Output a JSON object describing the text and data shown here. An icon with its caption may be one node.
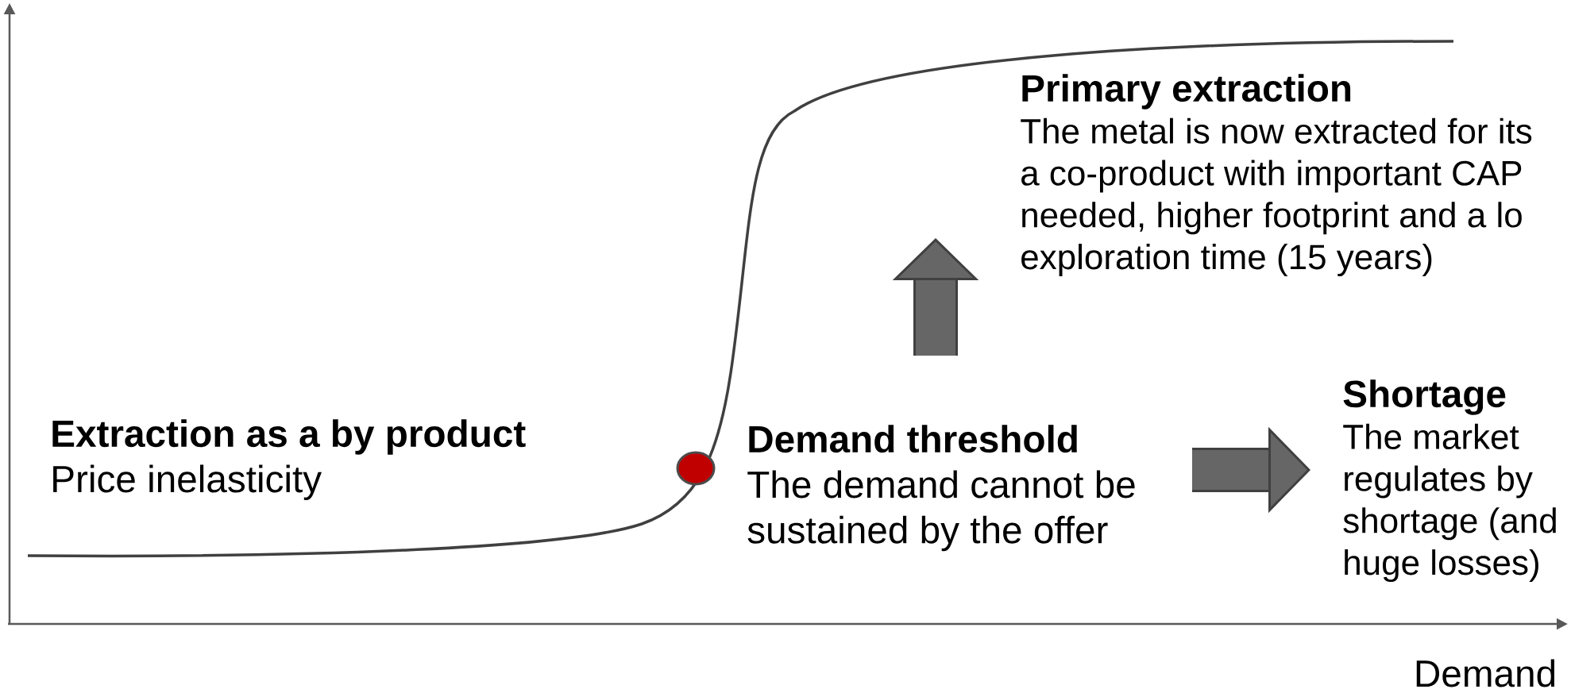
{
  "diagram": {
    "nodes": [
      {
        "text": [
          "Extraction as a by product",
          "Price inelasticity"
        ]
      },
      {
        "text": [
          "Demand threshold",
          "The demand cannot be sustained by the offer"
        ]
      },
      {
        "text": [
          "Primary extraction",
          "The metal is now extracted for its a co-product with important CAP needed, higher footprint and a lo exploration time (15 years)"
        ]
      },
      {
        "text": [
          "Shortage",
          "The market regulates by shortage (and huge losses)"
        ]
      }
    ],
    "labels": [
      "Demand"
    ]
  }
}
